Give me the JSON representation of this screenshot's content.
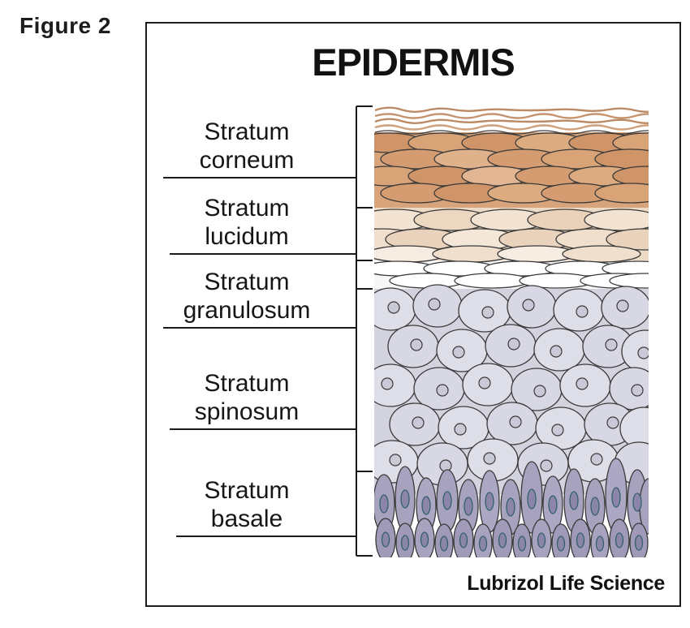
{
  "figure_label": "Figure 2",
  "diagram": {
    "title": "EPIDERMIS",
    "credit": "Lubrizol Life Science"
  },
  "layers": [
    {
      "label": "Stratum corneum",
      "color": "#d8a47c"
    },
    {
      "label": "Stratum lucidum",
      "color": "#eedbc6"
    },
    {
      "label": "Stratum granulosum",
      "color": "#f7f7f7"
    },
    {
      "label": "Stratum spinosum",
      "color": "#d3d3df"
    },
    {
      "label": "Stratum basale",
      "color": "#a7a2be"
    }
  ]
}
